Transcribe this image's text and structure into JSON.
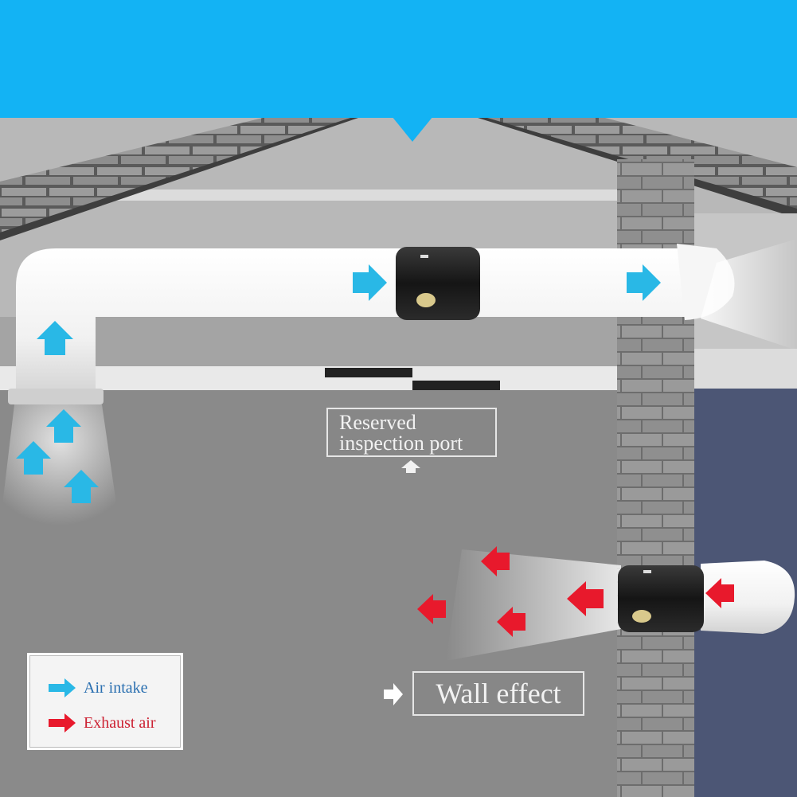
{
  "labels": {
    "inspection_line1": "Reserved",
    "inspection_line2": "inspection port",
    "wall_effect": "Wall effect"
  },
  "legend": {
    "intake_label": "Air intake",
    "exhaust_label": "Exhaust air"
  },
  "colors": {
    "banner": "#13b3f4",
    "intake_arrow": "#29b8e6",
    "exhaust_arrow": "#e8192c",
    "wall": "#8a8a8a",
    "door": "#4c5675",
    "duct": "#f2f2f2"
  }
}
